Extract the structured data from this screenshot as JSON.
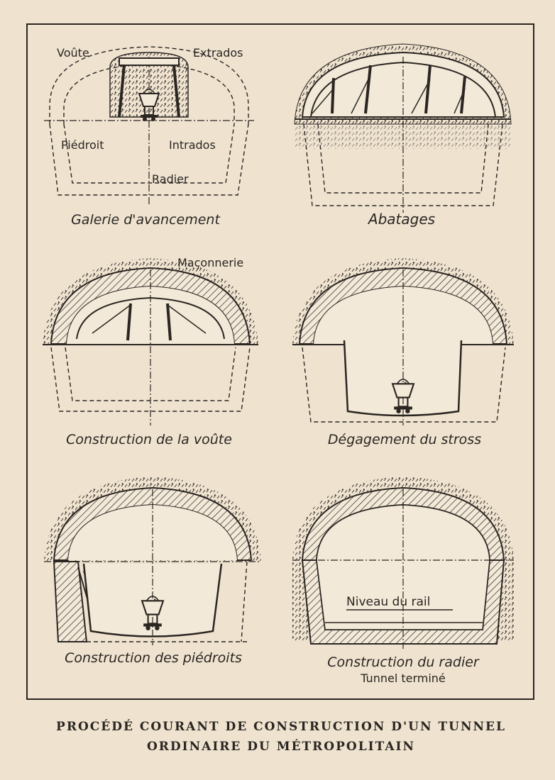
{
  "panels": {
    "p1": {
      "caption": "Galerie d'avancement",
      "labels": {
        "voute": "Voûte",
        "extrados": "Extrados",
        "piedroit": "Piédroit",
        "intrados": "Intrados",
        "radier": "Radier"
      }
    },
    "p2": {
      "caption": "Abatages"
    },
    "p3": {
      "caption": "Construction de la voûte",
      "labels": {
        "maconnerie": "Maçonnerie"
      }
    },
    "p4": {
      "caption": "Dégagement du stross"
    },
    "p5": {
      "caption": "Construction des piédroits"
    },
    "p6": {
      "caption": "Construction du radier",
      "subcaption": "Tunnel terminé",
      "labels": {
        "niveau": "Niveau du rail"
      }
    }
  },
  "title": {
    "line1": "PROCÉDÉ COURANT DE CONSTRUCTION D'UN TUNNEL",
    "line2": "ORDINAIRE DU MÉTROPOLITAIN"
  }
}
